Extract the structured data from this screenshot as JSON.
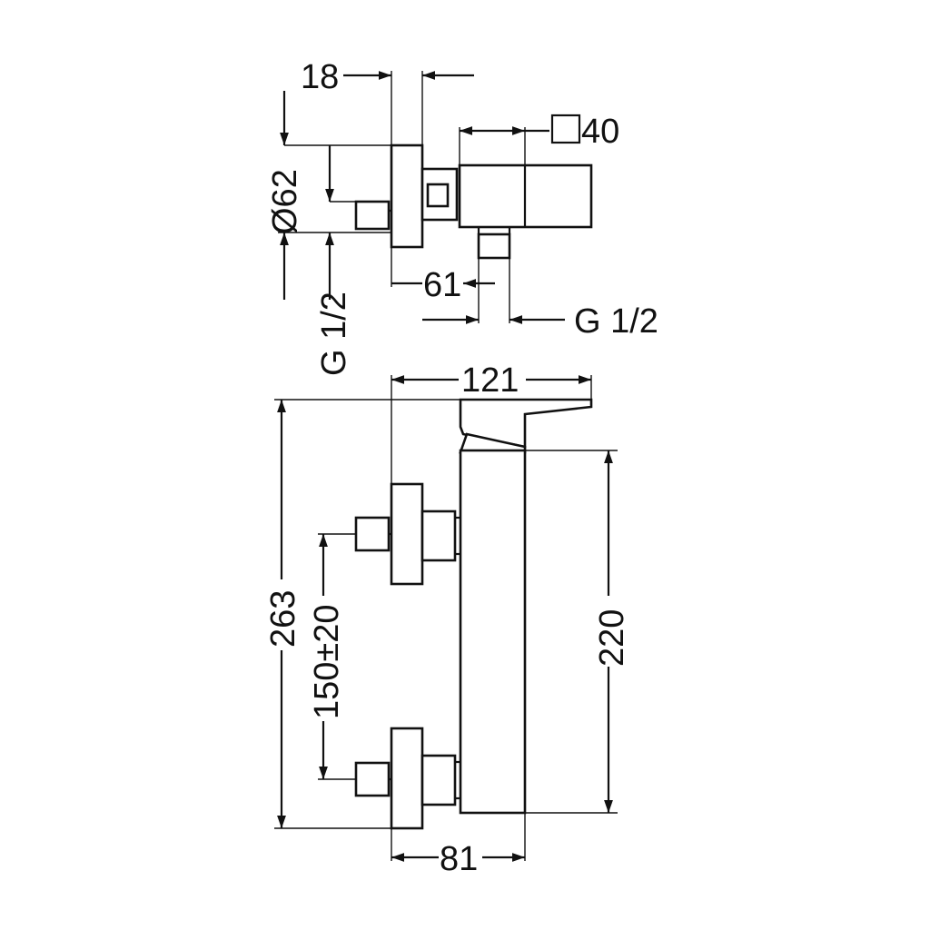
{
  "labels": {
    "top_width": "18",
    "diameter": "Ø62",
    "square": "40",
    "depth_61": "61",
    "thread_left": "G 1/2",
    "thread_right": "G 1/2",
    "width_121": "121",
    "height_263": "263",
    "spacing": "150±20",
    "height_220": "220",
    "width_81": "81"
  },
  "colors": {
    "line": "#111111",
    "background": "#ffffff"
  }
}
